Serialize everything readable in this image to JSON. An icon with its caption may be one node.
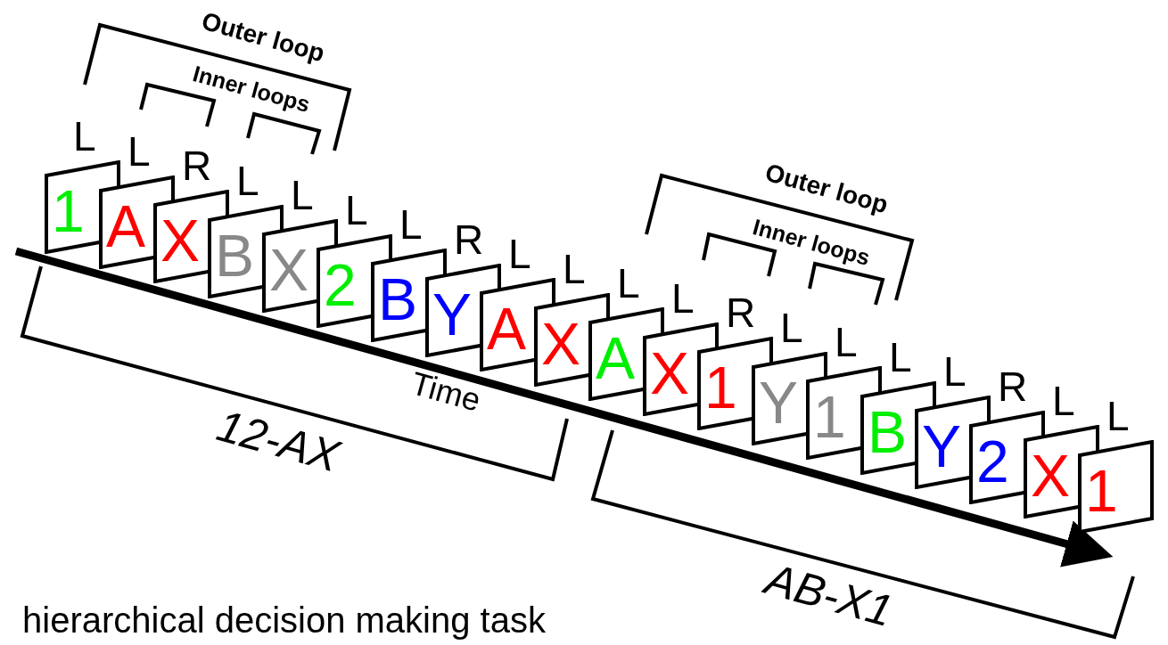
{
  "diagram": {
    "caption": "hierarchical decision making task",
    "nodes": [
      {
        "text": [
          "1"
        ],
        "beside": [
          "L"
        ]
      },
      {
        "text": [
          "A"
        ],
        "beside": [
          "L"
        ]
      },
      {
        "text": [
          "X"
        ],
        "beside": [
          "R"
        ]
      },
      {
        "text": [
          "B"
        ],
        "beside": [
          "L"
        ]
      },
      {
        "text": [
          "X"
        ],
        "beside": [
          "L"
        ]
      },
      {
        "text": [
          "2"
        ],
        "beside": [
          "L"
        ]
      },
      {
        "text": [
          "B"
        ],
        "beside": [
          "L"
        ]
      },
      {
        "text": [
          "Y"
        ],
        "beside": [
          "R"
        ]
      },
      {
        "text": [
          "A"
        ],
        "beside": [
          "L"
        ]
      },
      {
        "text": [
          "X"
        ],
        "beside": [
          "L"
        ]
      },
      {
        "text": [
          "A"
        ],
        "beside": [
          "L"
        ]
      },
      {
        "text": [
          "X"
        ],
        "beside": [
          "L"
        ]
      },
      {
        "text": [
          "1"
        ],
        "beside": [
          "R"
        ]
      },
      {
        "text": [
          "Y"
        ],
        "beside": [
          "L"
        ]
      },
      {
        "text": [
          "1"
        ],
        "beside": [
          "L"
        ]
      },
      {
        "text": [
          "B"
        ],
        "beside": [
          "L"
        ]
      },
      {
        "text": [
          "Y"
        ],
        "beside": [
          "L"
        ]
      },
      {
        "text": [
          "2"
        ],
        "beside": [
          "R"
        ]
      },
      {
        "text": [
          "X"
        ],
        "beside": [
          "L"
        ]
      },
      {
        "text": [
          "1"
        ],
        "beside": [
          "L"
        ]
      }
    ],
    "edges": [],
    "labels": [
      "Outer loop",
      "Inner loops",
      "Outer loop",
      "Inner loops",
      "Time",
      "12-AX",
      "AB-X1"
    ]
  }
}
